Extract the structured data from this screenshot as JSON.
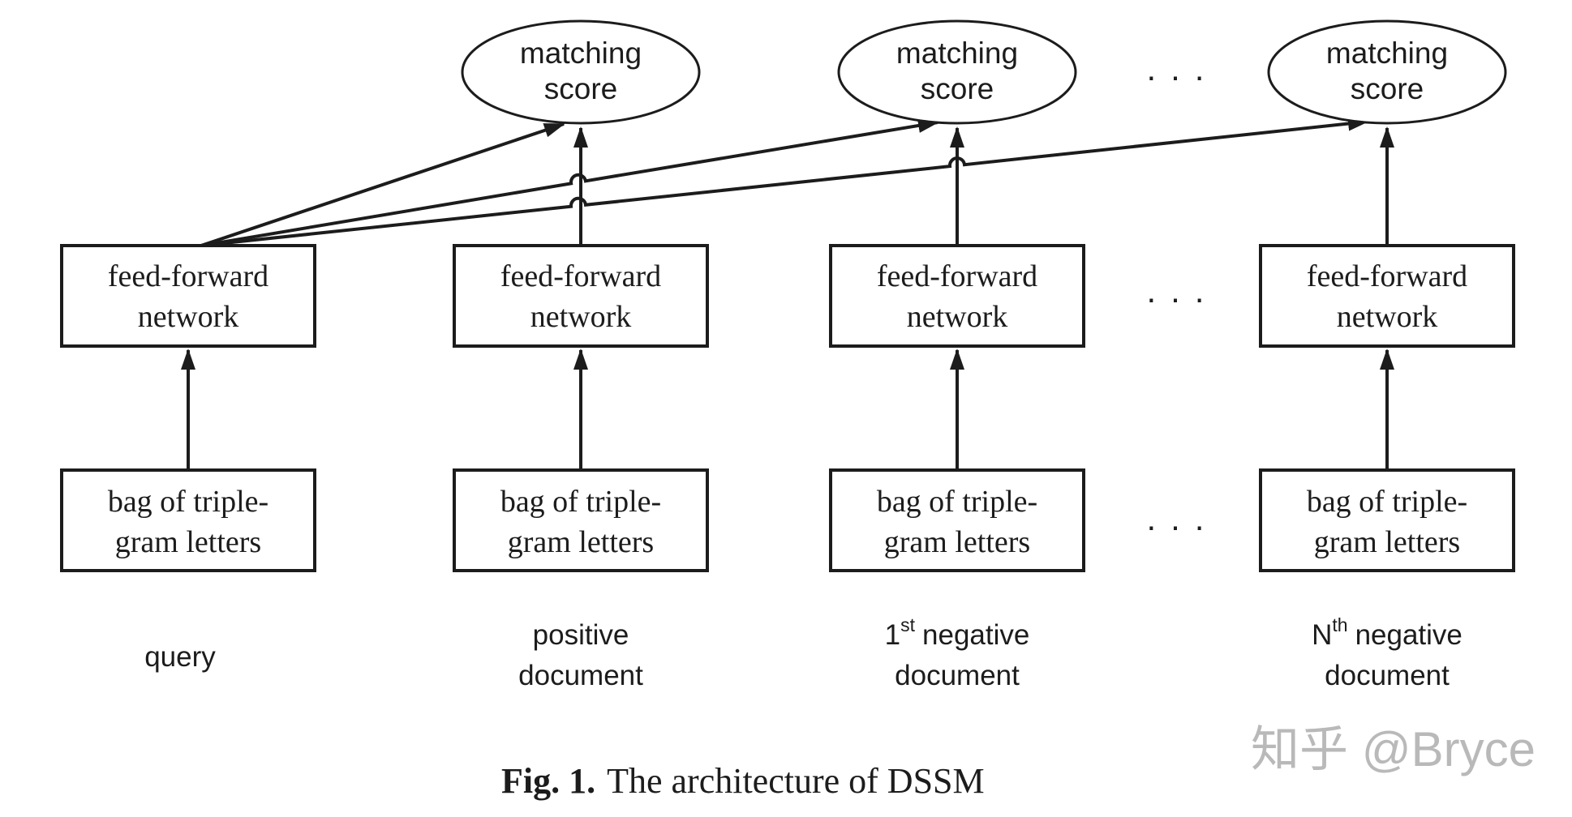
{
  "nodes": {
    "matching_score": {
      "line1": "matching",
      "line2": "score"
    },
    "feed_forward": {
      "line1": "feed-forward",
      "line2": "network"
    },
    "bag_of_trigrams": {
      "line1": "bag of triple-",
      "line2": "gram letters"
    }
  },
  "labels": {
    "query": "query",
    "positive": {
      "line1": "positive",
      "line2": "document"
    },
    "neg1": {
      "base": "1",
      "sup": "st",
      "rest": "negative",
      "line2": "document"
    },
    "negN": {
      "base": "N",
      "sup": "th",
      "rest": "negative",
      "line2": "document"
    }
  },
  "ellipsis": "· · ·",
  "caption": {
    "label": "Fig. 1.",
    "text": "The architecture of DSSM"
  },
  "watermark": "知乎 @Bryce",
  "colors": {
    "ink": "#1c1c1c",
    "background": "#ffffff",
    "watermark": "#b9b9b9"
  }
}
